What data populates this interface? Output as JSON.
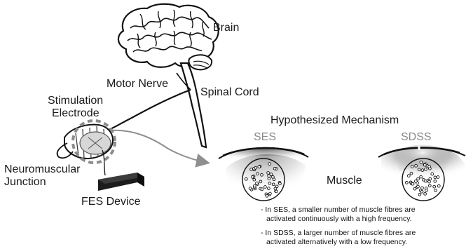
{
  "labels": {
    "brain": "Brain",
    "motor_nerve": "Motor Nerve",
    "spinal_cord": "Spinal Cord",
    "stimulation_electrode_line1": "Stimulation",
    "stimulation_electrode_line2": "Electrode",
    "nmj_line1": "Neuromuscular",
    "nmj_line2": "Junction",
    "fes_device": "FES Device",
    "hypothesized_mechanism": "Hypothesized Mechanism",
    "ses": "SES",
    "sdss": "SDSS",
    "muscle": "Muscle"
  },
  "notes": {
    "ses_line1": "- In SES, a smaller number of muscle fibres are",
    "ses_line2": "activated continuously with a high frequency.",
    "sdss_line1": "- In SDSS, a larger number of muscle fibres are",
    "sdss_line2": "activated alternatively with a low frequency."
  }
}
